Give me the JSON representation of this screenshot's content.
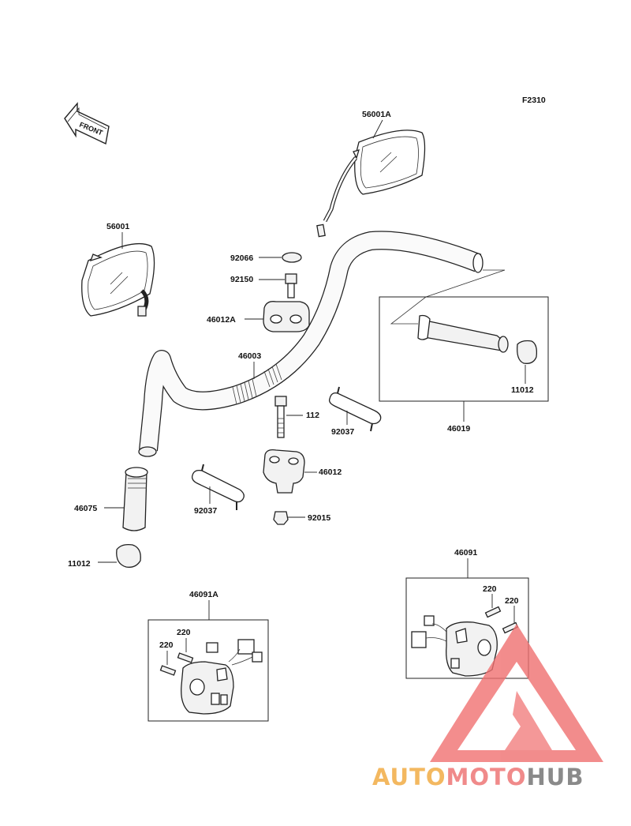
{
  "figure_code": "F2310",
  "front_arrow_text": "FRONT",
  "parts": {
    "mirror_right": "56001A",
    "mirror_left": "56001",
    "cap_top": "92066",
    "bolt_top": "92150",
    "holder_upper": "46012A",
    "handlebar": "46003",
    "grip_assy_box": "46019",
    "end_cap_right": "11012",
    "bolt_long": "112",
    "plate_right": "92037",
    "holder_lower": "46012",
    "plate_left": "92037",
    "nut": "92015",
    "grip_left": "46075",
    "end_cap_left": "11012",
    "switch_left_box": "46091A",
    "screw_left_a": "220",
    "screw_left_b": "220",
    "switch_right_box": "46091",
    "screw_right_a": "220",
    "screw_right_b": "220"
  },
  "watermark": {
    "part1": "AUTO",
    "part2": "MOTO",
    "part3": "HUB",
    "color1": "#f3b860",
    "color2": "#f08a8a",
    "color3": "#8a8a8a",
    "triangle_color": "#f07070"
  }
}
